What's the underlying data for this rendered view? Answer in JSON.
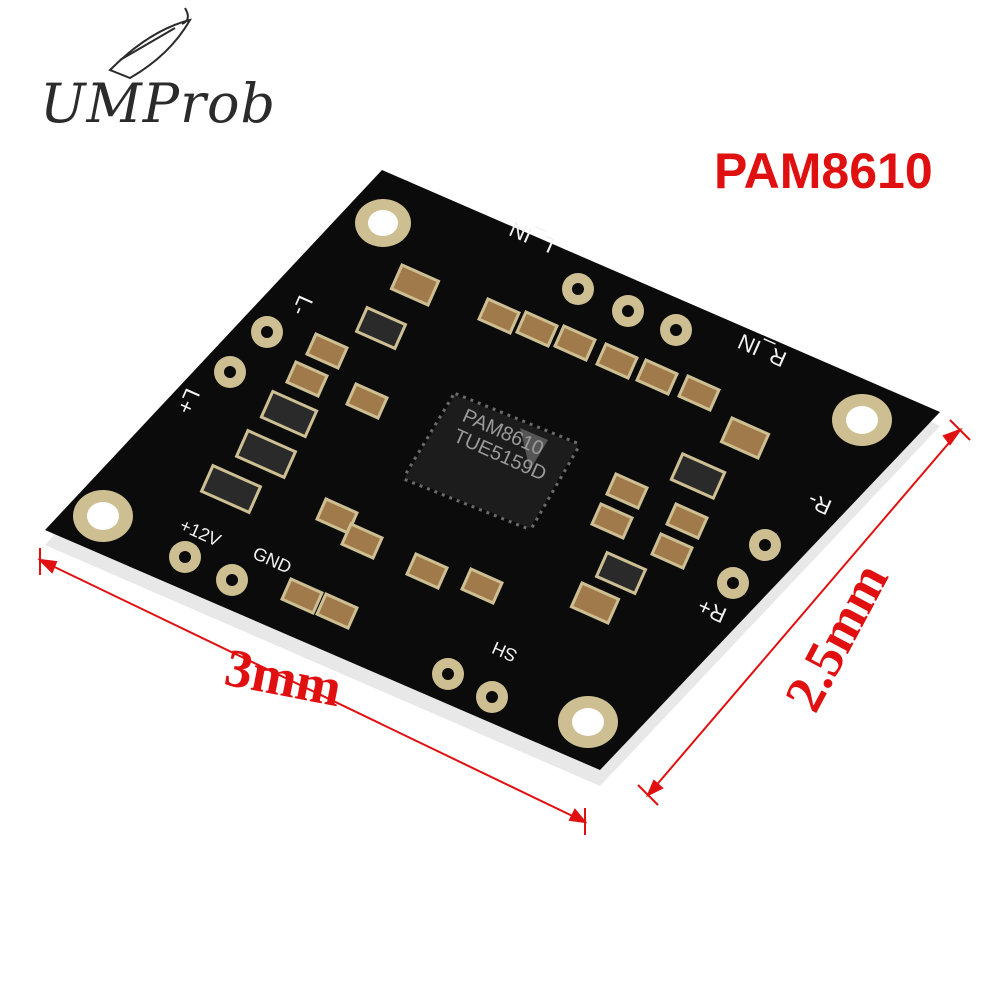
{
  "brand": {
    "name": "UMProb"
  },
  "product": {
    "title": "PAM8610"
  },
  "dimensions": {
    "width_label": "3mm",
    "height_label": "2.5mm"
  },
  "board": {
    "chip_lines": [
      "PAM8610",
      "TUE5159D"
    ],
    "silkscreen": {
      "l_in": "L_IN",
      "r_in": "R_IN",
      "l_minus": "L-",
      "l_plus": "L+",
      "r_minus": "R-",
      "r_plus": "R+",
      "v12": "+12V",
      "gnd": "GND",
      "sh": "SH"
    }
  },
  "colors": {
    "accent": "#e01010",
    "board": "#0b0b0b",
    "pad": "#c9b98a",
    "silk": "#f2f2f2"
  }
}
